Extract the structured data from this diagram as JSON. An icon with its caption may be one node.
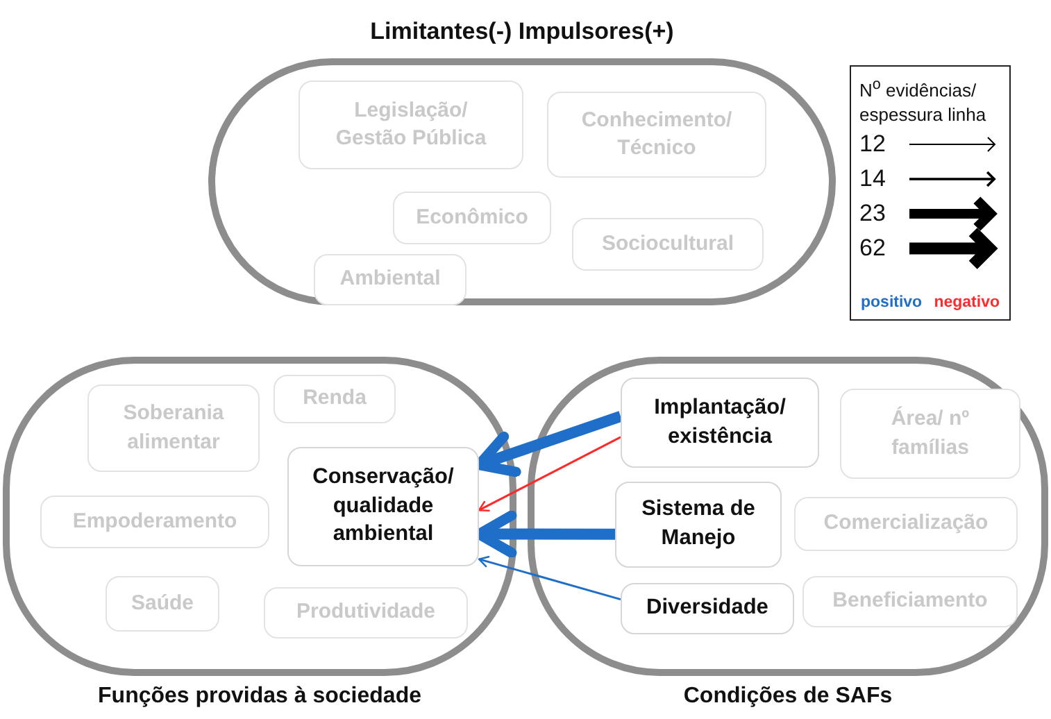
{
  "diagram": {
    "nodes": [
      {
        "text": [
          "Limitantes(-) Impulsores(+)"
        ]
      },
      {
        "text": [
          "Legislação/ Gestão Pública"
        ],
        "in": 0
      },
      {
        "text": [
          "Conhecimento/ Técnico"
        ],
        "in": 0
      },
      {
        "text": [
          "Econômico"
        ],
        "in": 0
      },
      {
        "text": [
          "Sociocultural"
        ],
        "in": 0
      },
      {
        "text": [
          "Ambiental"
        ],
        "in": 0
      },
      {
        "text": [
          "Funções providas à sociedade"
        ]
      },
      {
        "text": [
          "Soberania alimentar"
        ],
        "in": 6
      },
      {
        "text": [
          "Renda"
        ],
        "in": 6
      },
      {
        "text": [
          "Conservação/ qualidade ambiental"
        ],
        "in": 6
      },
      {
        "text": [
          "Empoderamento"
        ],
        "in": 6
      },
      {
        "text": [
          "Saúde"
        ],
        "in": 6
      },
      {
        "text": [
          "Produtividade"
        ],
        "in": 6
      },
      {
        "text": [
          "Condições de SAFs"
        ]
      },
      {
        "text": [
          "Implantação/ existência"
        ],
        "in": 13
      },
      {
        "text": [
          "Área/ nº famílias"
        ],
        "in": 13
      },
      {
        "text": [
          "Sistema de Manejo"
        ],
        "in": 13
      },
      {
        "text": [
          "Comercialização"
        ],
        "in": 13
      },
      {
        "text": [
          "Diversidade"
        ],
        "in": 13
      },
      {
        "text": [
          "Beneficiamento"
        ],
        "in": 13
      }
    ],
    "edges": [
      {
        "from": 14,
        "to": 9,
        "arrow": "to",
        "style": "thick"
      },
      {
        "from": 14,
        "to": 9,
        "arrow": "to",
        "color": "#ff2a2a"
      },
      {
        "from": 16,
        "to": 9,
        "arrow": "to",
        "style": "thick"
      },
      {
        "from": 18,
        "to": 9,
        "arrow": "to"
      }
    ],
    "labels": [
      "N$^{o}$ evidências/ espessura linha"
    ],
    "legend": [
      {
        "text": "12"
      },
      {
        "text": "14"
      },
      {
        "text": "23"
      },
      {
        "text": "62"
      },
      {
        "text": "positivo",
        "color": "#1f6fc8"
      },
      {
        "text": "negativo",
        "color": "#ff2a2a"
      }
    ]
  }
}
